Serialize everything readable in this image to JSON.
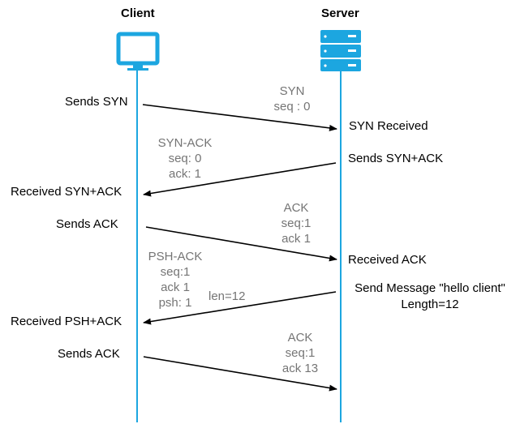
{
  "header": {
    "client": "Client",
    "server": "Server"
  },
  "icons": {
    "client": "monitor-icon",
    "server": "server-rack-icon",
    "color": "#1ca6e0"
  },
  "colors": {
    "lifeline": "#1ca6e0",
    "arrow": "#000000",
    "packet_text": "#757575"
  },
  "client_steps": {
    "s1": "Sends SYN",
    "s2": "Received SYN+ACK",
    "s3": "Sends ACK",
    "s4": "Received PSH+ACK",
    "s5": "Sends ACK"
  },
  "server_steps": {
    "s1": "SYN Received",
    "s2": "Sends SYN+ACK",
    "s3": "Received ACK",
    "s4_line1": "Send Message \"hello client\"",
    "s4_line2": "Length=12"
  },
  "packets": {
    "syn": {
      "name": "SYN",
      "seq": "seq : 0"
    },
    "synack": {
      "name": "SYN-ACK",
      "seq": "seq: 0",
      "ack": "ack: 1"
    },
    "ack1": {
      "name": "ACK",
      "seq": "seq:1",
      "ack": "ack 1"
    },
    "pshack": {
      "name": "PSH-ACK",
      "seq": "seq:1",
      "ack": "ack 1",
      "psh": "psh: 1",
      "len": "len=12"
    },
    "ack2": {
      "name": "ACK",
      "seq": "seq:1",
      "ack": "ack 13"
    }
  }
}
